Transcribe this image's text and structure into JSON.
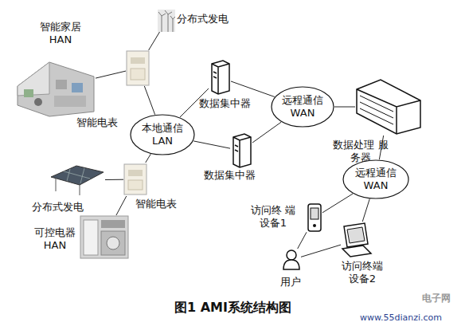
{
  "diagram": {
    "caption": "图1 AMI系统结构图",
    "nodes": [
      {
        "text": [
          "智能家居 HAN"
        ]
      },
      {
        "text": [
          "分布式发电"
        ]
      },
      {
        "text": [
          "智能电表"
        ]
      },
      {
        "text": [
          "本地通信 LAN"
        ]
      },
      {
        "text": [
          "数据集中器"
        ]
      },
      {
        "text": [
          "数据集中器"
        ]
      },
      {
        "text": [
          "远程通信 WAN"
        ]
      },
      {
        "text": [
          "数据处理 服务器"
        ]
      },
      {
        "text": [
          "远程通信 WAN"
        ]
      },
      {
        "text": [
          "访问终 端设备1"
        ]
      },
      {
        "text": [
          "访问终端 设备2"
        ]
      },
      {
        "text": [
          "用户"
        ]
      },
      {
        "text": [
          "分布式发电"
        ]
      },
      {
        "text": [
          "智能电表"
        ]
      },
      {
        "text": [
          "可控电器 HAN"
        ]
      }
    ],
    "edges": [
      {
        "from": 0,
        "to": 2,
        "arrow": "none"
      },
      {
        "from": 1,
        "to": 2,
        "arrow": "none"
      },
      {
        "from": 2,
        "to": 3,
        "arrow": "none"
      },
      {
        "from": 3,
        "to": 4,
        "arrow": "none"
      },
      {
        "from": 3,
        "to": 5,
        "arrow": "none"
      },
      {
        "from": 4,
        "to": 6,
        "arrow": "none"
      },
      {
        "from": 5,
        "to": 6,
        "arrow": "none"
      },
      {
        "from": 6,
        "to": 7,
        "arrow": "none"
      },
      {
        "from": 7,
        "to": 8,
        "arrow": "none"
      },
      {
        "from": 8,
        "to": 9,
        "arrow": "none"
      },
      {
        "from": 8,
        "to": 10,
        "arrow": "none"
      },
      {
        "from": 11,
        "to": 9,
        "arrow": "none"
      },
      {
        "from": 11,
        "to": 10,
        "arrow": "none"
      },
      {
        "from": 12,
        "to": 13,
        "arrow": "none"
      },
      {
        "from": 13,
        "to": 3,
        "arrow": "none"
      },
      {
        "from": 13,
        "to": 14,
        "arrow": "none"
      }
    ],
    "labels": [
      "www.55dianzi.com",
      "电子网"
    ]
  }
}
